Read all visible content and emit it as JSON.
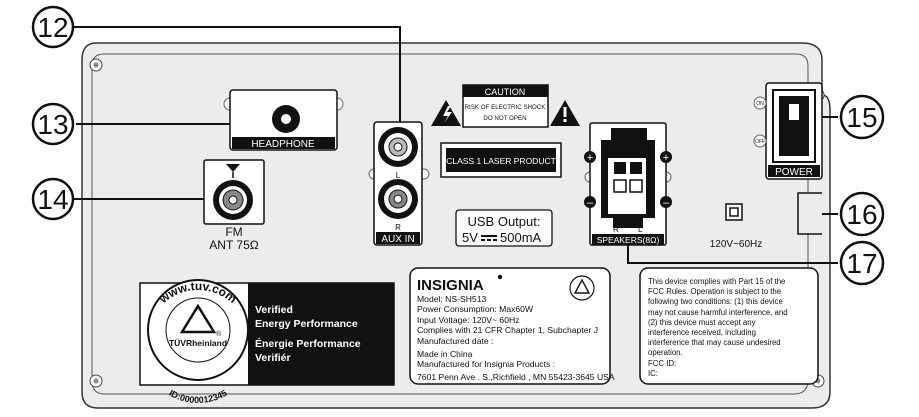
{
  "colors": {
    "panel": "#e7e7e7",
    "ink": "#111111",
    "white": "#ffffff",
    "black": "#000000"
  },
  "callouts": [
    {
      "number": "12"
    },
    {
      "number": "13"
    },
    {
      "number": "14"
    },
    {
      "number": "15"
    },
    {
      "number": "16"
    },
    {
      "number": "17"
    }
  ],
  "headphone": {
    "label": "HEADPHONE"
  },
  "fm": {
    "label_line1": "FM",
    "label_line2": "ANT 75Ω"
  },
  "aux": {
    "label": "AUX IN",
    "left_channel": "L",
    "right_channel": "R"
  },
  "caution": {
    "title": "CAUTION",
    "line1": "RISK OF ELECTRIC SHOCK",
    "line2": "DO NOT OPEN"
  },
  "laser": {
    "label": "CLASS 1 LASER PRODUCT"
  },
  "usb": {
    "line1": "USB Output:",
    "volt": "5V",
    "current": "500mA"
  },
  "speakers": {
    "label": "SPEAKERS(8Ω)",
    "plus": "+",
    "minus": "–",
    "right": "R",
    "left": "L"
  },
  "power": {
    "label": "POWER",
    "on": "ON",
    "off": "OFF"
  },
  "rating": {
    "label": "120V~60Hz"
  },
  "tuv": {
    "ring_text": "www.tuv.com",
    "brand": "TÜVRheinland",
    "id": "ID:0000012345",
    "registered": "®",
    "line1": "Verified",
    "line2": "Energy Performance",
    "line3": "Énergie Performance",
    "line4": "Verifiér"
  },
  "product_label": {
    "brand": "INSIGNIA",
    "lines": [
      "Model: NS-SH513",
      "Power Consumption: Max60W",
      "Input Voltage: 120V~ 60Hz",
      "Complies with 21 CFR Chapter 1, Subchapter J",
      "Manufactured date :",
      "Made in China",
      "Manufactured for Insignia Products :",
      "7601 Penn Ave . S.,Richfield , MN 55423-3645 USA"
    ]
  },
  "fcc_label": {
    "lines": [
      "This device complies with Part 15 of the",
      "FCC Rules. Operation is subject to the",
      "following two conditions: (1) this device",
      "may not cause harmful interference, and",
      "(2) this device must accept any",
      "interference received, including",
      "interference that may cause undesired",
      "operation.",
      "FCC ID:",
      "IC:"
    ]
  }
}
